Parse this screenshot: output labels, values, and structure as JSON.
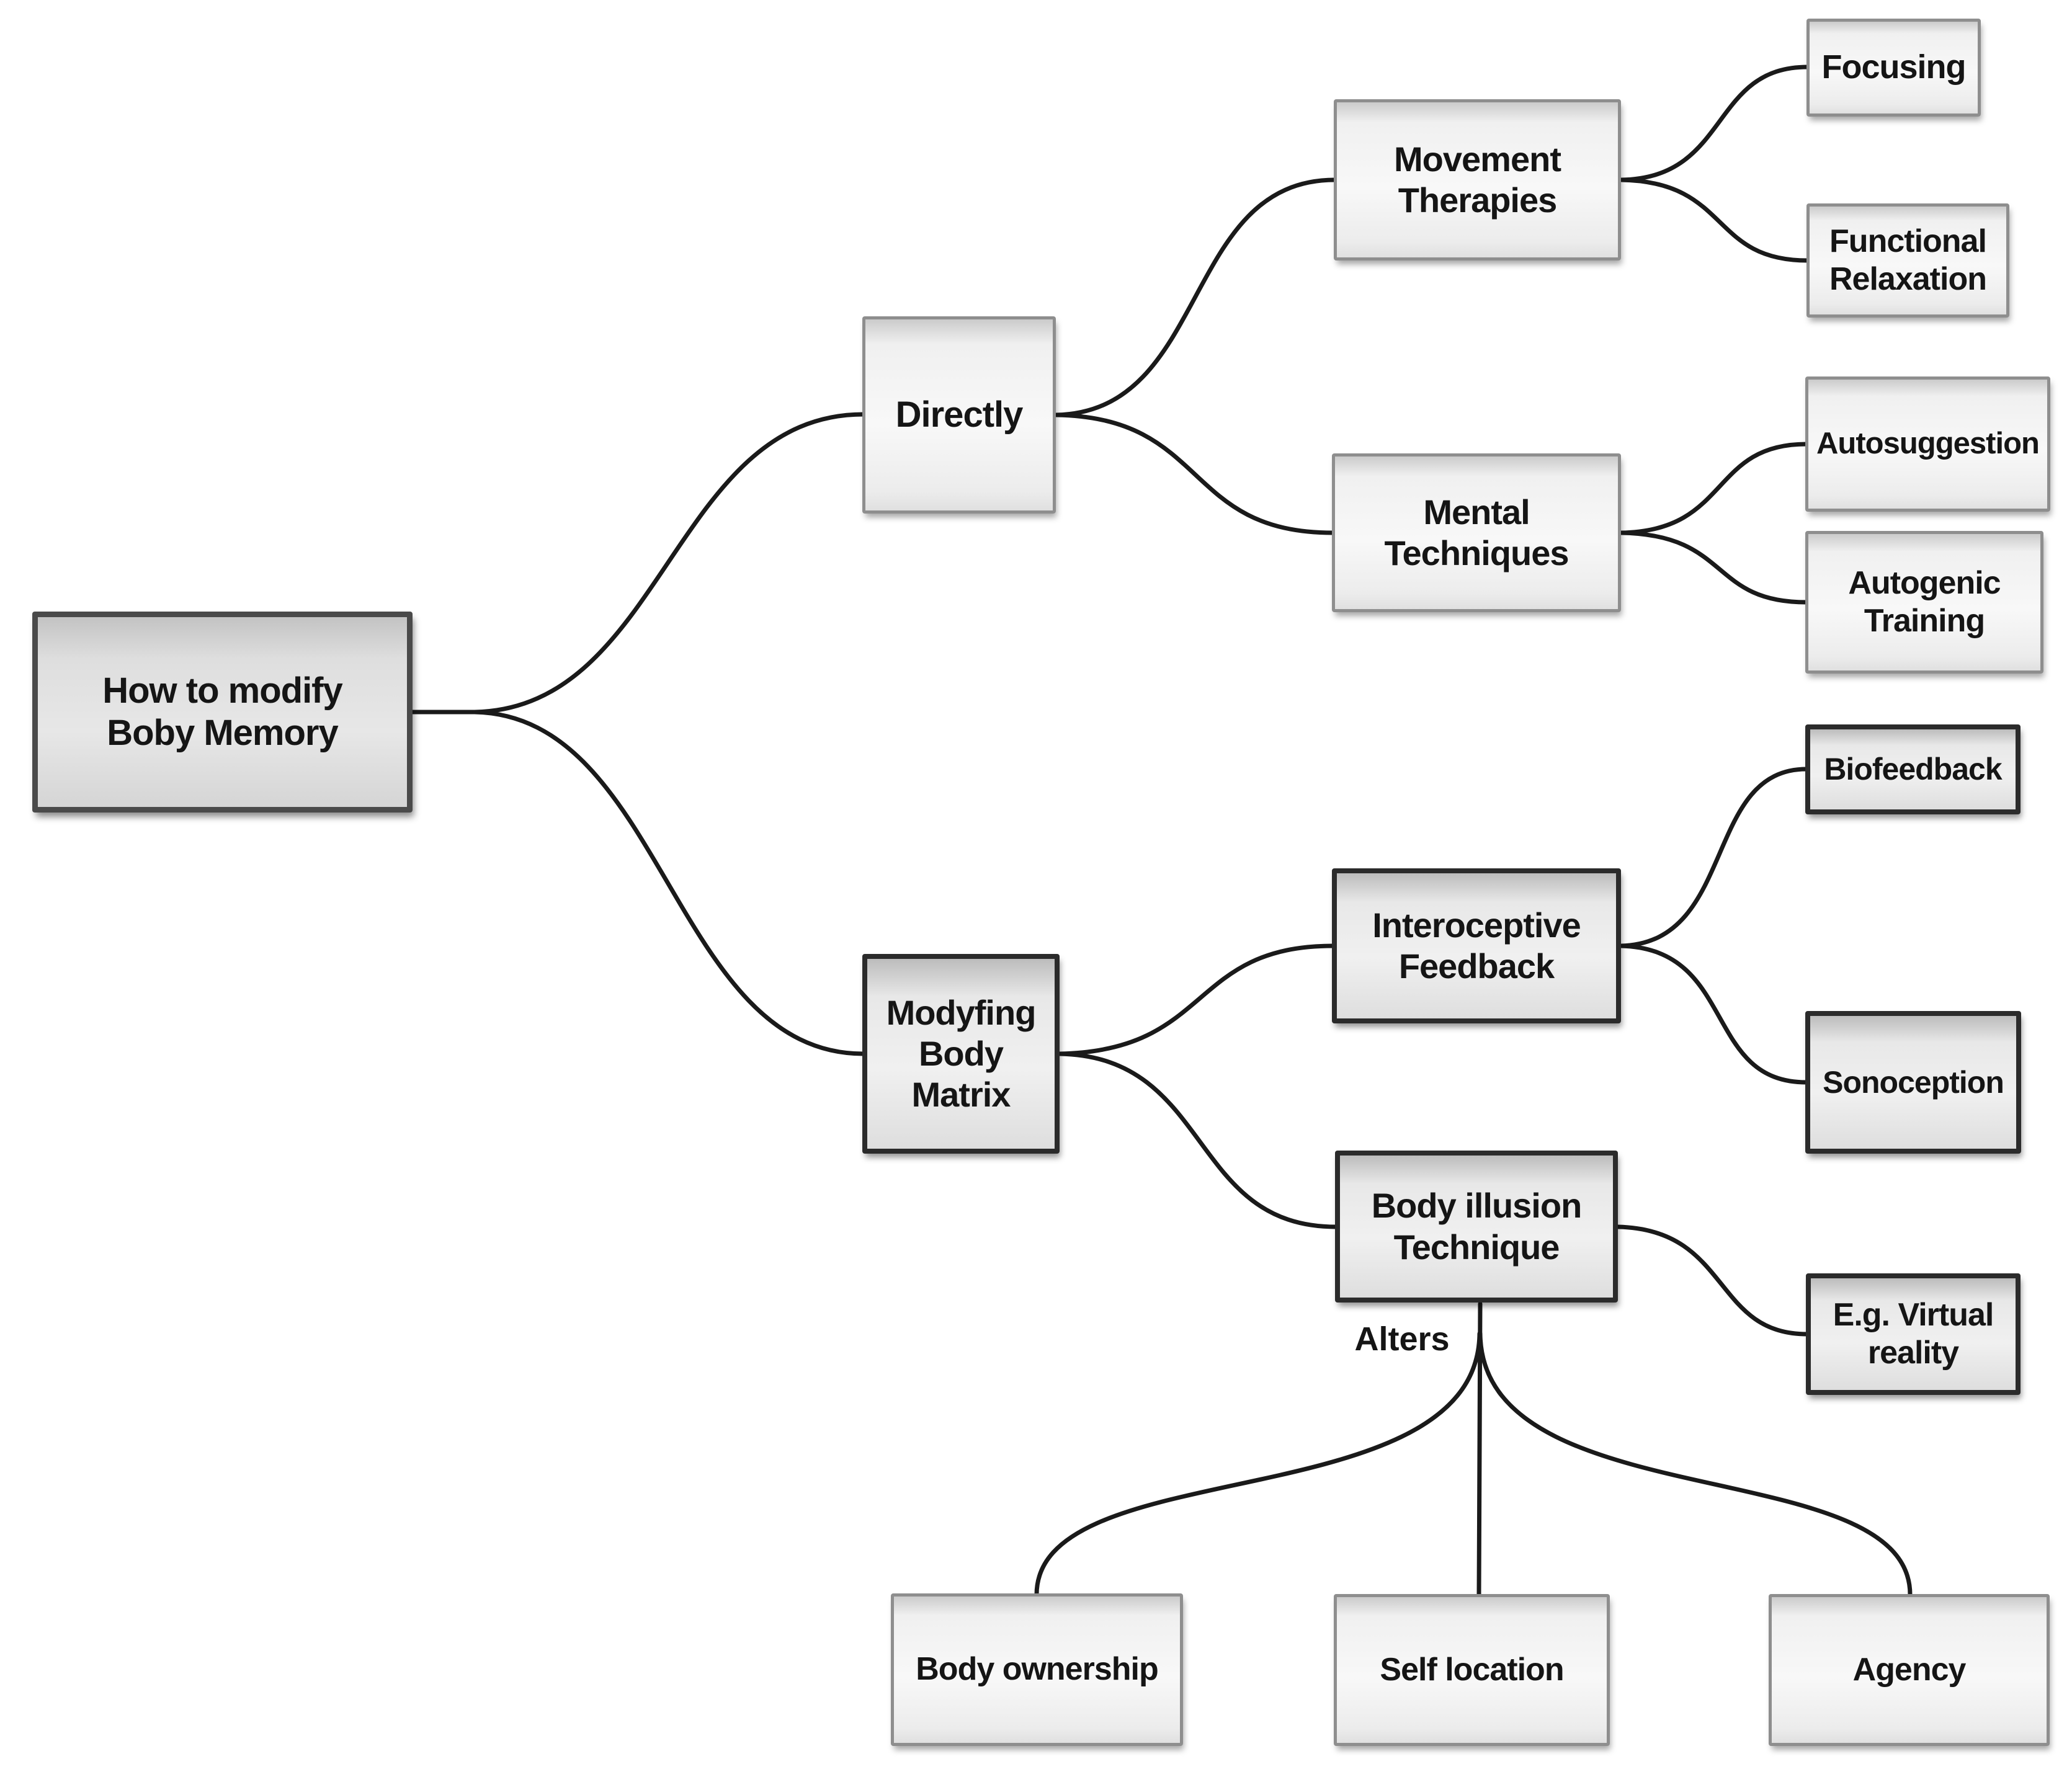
{
  "colors": {
    "background": "#ffffff",
    "connector": "#1a1a1a",
    "text": "#151515",
    "box_fill_light": "#f4f4f4",
    "box_fill_gray": "#e2e2e2",
    "box_border_light": "#8e8e8e",
    "box_border_dark": "#2b2b2b",
    "box_border_root": "#4a4a4a"
  },
  "nodes": {
    "root": "How to modify\nBoby Memory",
    "directly": "Directly",
    "movement_therapies": "Movement\nTherapies",
    "focusing": "Focusing",
    "functional_relaxation": "Functional\nRelaxation",
    "mental_techniques": "Mental\nTechniques",
    "autosuggestion": "Autosuggestion",
    "autogenic_training": "Autogenic\nTraining",
    "modifying_body_matrix": "Modyfing\nBody\nMatrix",
    "interoceptive_feedback": "Interoceptive\nFeedback",
    "biofeedback": "Biofeedback",
    "sonoception": "Sonoception",
    "body_illusion_technique": "Body illusion\nTechnique",
    "alters_label": "Alters",
    "virtual_reality": "E.g. Virtual\nreality",
    "body_ownership": "Body ownership",
    "self_location": "Self location",
    "agency": "Agency"
  },
  "edges": [
    {
      "from": "root",
      "to": "directly"
    },
    {
      "from": "root",
      "to": "modifying_body_matrix"
    },
    {
      "from": "directly",
      "to": "movement_therapies"
    },
    {
      "from": "directly",
      "to": "mental_techniques"
    },
    {
      "from": "movement_therapies",
      "to": "focusing"
    },
    {
      "from": "movement_therapies",
      "to": "functional_relaxation"
    },
    {
      "from": "mental_techniques",
      "to": "autosuggestion"
    },
    {
      "from": "mental_techniques",
      "to": "autogenic_training"
    },
    {
      "from": "modifying_body_matrix",
      "to": "interoceptive_feedback"
    },
    {
      "from": "modifying_body_matrix",
      "to": "body_illusion_technique"
    },
    {
      "from": "interoceptive_feedback",
      "to": "biofeedback"
    },
    {
      "from": "interoceptive_feedback",
      "to": "sonoception"
    },
    {
      "from": "body_illusion_technique",
      "to": "virtual_reality"
    },
    {
      "from": "body_illusion_technique",
      "to": "body_ownership",
      "via": "alters"
    },
    {
      "from": "body_illusion_technique",
      "to": "self_location",
      "via": "alters"
    },
    {
      "from": "body_illusion_technique",
      "to": "agency",
      "via": "alters"
    }
  ]
}
